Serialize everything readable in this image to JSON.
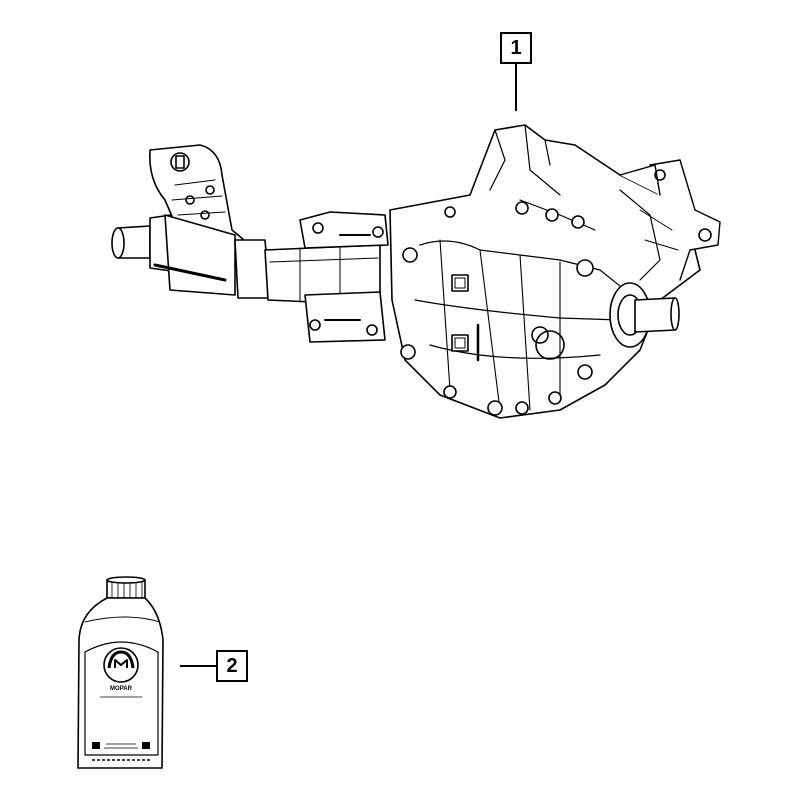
{
  "callouts": [
    {
      "id": "1",
      "label": "1"
    },
    {
      "id": "2",
      "label": "2"
    }
  ],
  "parts": [
    {
      "callout": "1",
      "icon": "axle-assembly-icon"
    },
    {
      "callout": "2",
      "icon": "fluid-bottle-icon",
      "brand_mark": "MOPAR"
    }
  ],
  "colors": {
    "line": "#000000",
    "background": "#ffffff"
  }
}
